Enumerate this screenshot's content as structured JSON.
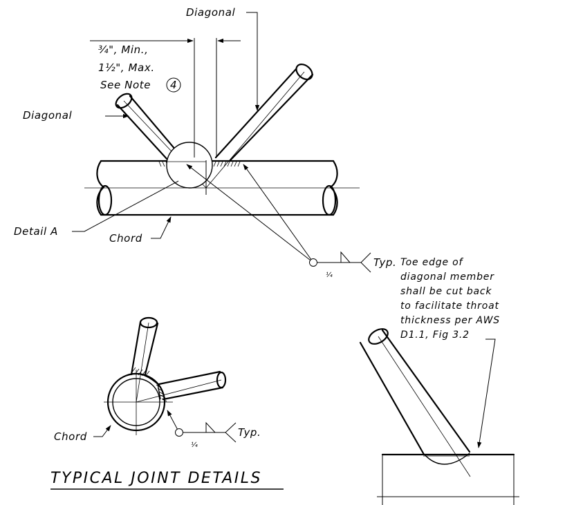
{
  "labels": {
    "diagonal_top": "Diagonal",
    "diagonal_left": "Diagonal",
    "min_dim": "¾\", Min.,",
    "max_dim": "1½\", Max.",
    "see_note": "See Note",
    "note_number": "4",
    "detail_a": "Detail A",
    "chord_main": "Chord",
    "weld_size_main": "¼",
    "typ_main": "Typ.",
    "chord_small": "Chord",
    "weld_size_small": "¼",
    "typ_small": "Typ."
  },
  "note_lines": [
    "Toe edge of",
    "diagonal member",
    "shall be cut back",
    "to facilitate throat",
    "thickness per AWS",
    "D1.1, Fig 3.2"
  ],
  "title": "TYPICAL JOINT DETAILS"
}
